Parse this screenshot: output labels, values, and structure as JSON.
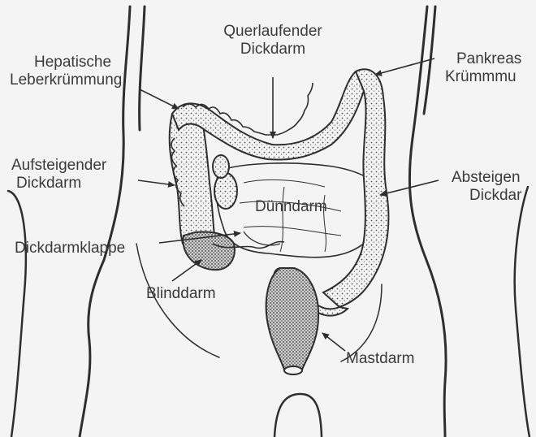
{
  "labels": {
    "transverse": [
      "Querlaufender",
      "Dickdarm"
    ],
    "hepatic": [
      "Hepatische",
      "Leberkrümmung"
    ],
    "splenic": [
      "Pankreas",
      "Krümmmu"
    ],
    "ascending": [
      "Aufsteigender",
      "Dickdarm"
    ],
    "descending": [
      "Absteigen",
      "Dickdar"
    ],
    "small_intestine": "Dünndarm",
    "ileocecal_valve": "Dickdarmklappe",
    "cecum": "Blinddarm",
    "rectum": "Mastdarm"
  },
  "colors": {
    "background": "#f4f4f4",
    "ink": "#2e2e2e",
    "label_text": "#3a3a3a"
  }
}
